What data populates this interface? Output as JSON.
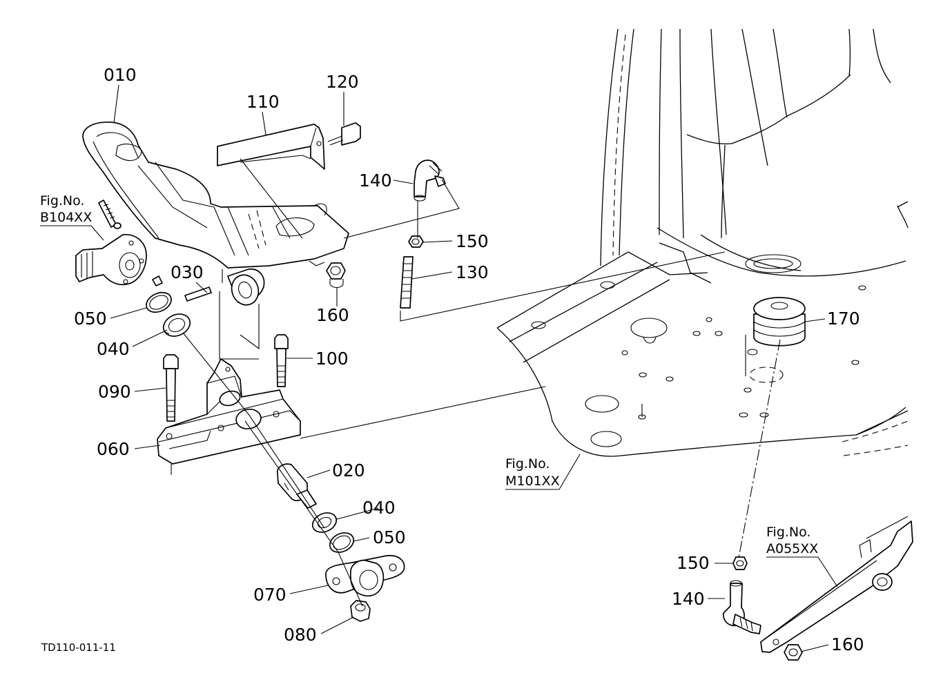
{
  "callouts": [
    {
      "id": "010",
      "label": "010"
    },
    {
      "id": "110",
      "label": "110"
    },
    {
      "id": "120",
      "label": "120"
    },
    {
      "id": "140a",
      "label": "140"
    },
    {
      "id": "150a",
      "label": "150"
    },
    {
      "id": "130",
      "label": "130"
    },
    {
      "id": "030",
      "label": "030"
    },
    {
      "id": "160a",
      "label": "160"
    },
    {
      "id": "050a",
      "label": "050"
    },
    {
      "id": "040a",
      "label": "040"
    },
    {
      "id": "100",
      "label": "100"
    },
    {
      "id": "090",
      "label": "090"
    },
    {
      "id": "060",
      "label": "060"
    },
    {
      "id": "020",
      "label": "020"
    },
    {
      "id": "040b",
      "label": "040"
    },
    {
      "id": "050b",
      "label": "050"
    },
    {
      "id": "070",
      "label": "070"
    },
    {
      "id": "080",
      "label": "080"
    },
    {
      "id": "170",
      "label": "170"
    },
    {
      "id": "150b",
      "label": "150"
    },
    {
      "id": "140b",
      "label": "140"
    },
    {
      "id": "160b",
      "label": "160"
    }
  ],
  "figure_refs": [
    {
      "id": "b104",
      "line1": "Fig.No.",
      "line2": "B104XX"
    },
    {
      "id": "m101",
      "line1": "Fig.No.",
      "line2": "M101XX"
    },
    {
      "id": "a055",
      "line1": "Fig.No.",
      "line2": "A055XX"
    }
  ],
  "drawing_code": "TD110-011-11"
}
